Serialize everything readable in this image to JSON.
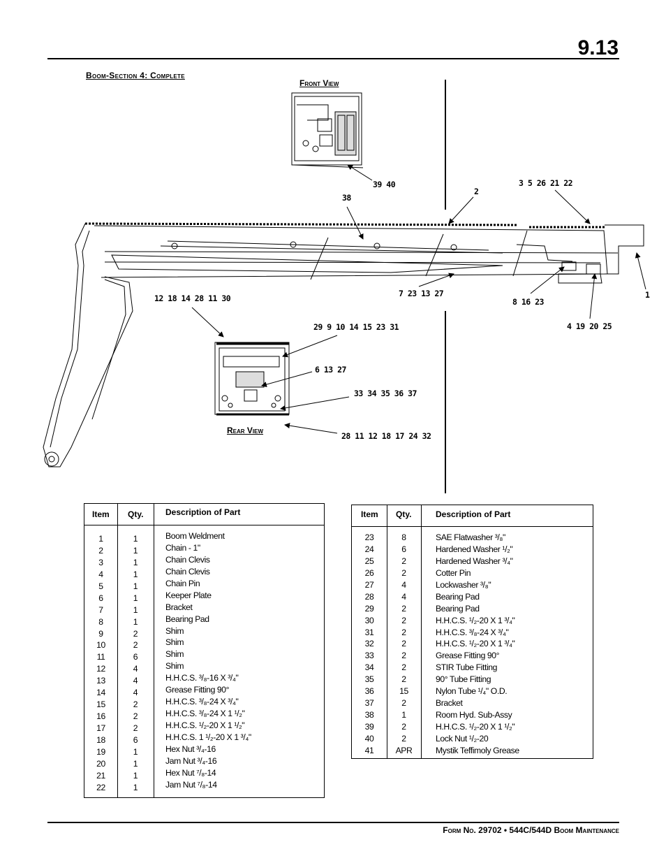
{
  "page_number": "9.13",
  "section_title": "Boom-Section 4: Complete",
  "front_view_label": "Front View",
  "rear_view_label": "Rear View",
  "callouts": {
    "c1": "39 40",
    "c2": "38",
    "c3": "2",
    "c4": "3 5 26 21 22",
    "c5": "1",
    "c6": "12 18 14 28 11 30",
    "c7": "7 23 13 27",
    "c8": "8 16 23",
    "c9": "4 19 20 25",
    "c10": "29 9 10 14 15 23 31",
    "c11": "6 13 27",
    "c12": "33 34 35 36 37",
    "c13": "28 11 12 18 17 24 32"
  },
  "table_headers": {
    "item": "Item",
    "qty": "Qty.",
    "desc": "Description of Part"
  },
  "table_left": {
    "items": [
      "1",
      "2",
      "3",
      "4",
      "5",
      "6",
      "7",
      "8",
      "9",
      "10",
      "11",
      "12",
      "13",
      "14",
      "15",
      "16",
      "17",
      "18",
      "19",
      "20",
      "21",
      "22"
    ],
    "qty": [
      "1",
      "1",
      "1",
      "1",
      "1",
      "1",
      "1",
      "1",
      "2",
      "2",
      "6",
      "4",
      "4",
      "4",
      "2",
      "2",
      "2",
      "6",
      "1",
      "1",
      "1",
      "1"
    ],
    "desc": [
      "Boom Weldment",
      "Chain - 1\"",
      "Chain Clevis",
      "Chain Clevis",
      "Chain Pin",
      "Keeper Plate",
      "Bracket",
      "Bearing Pad",
      "Shim",
      "Shim",
      "Shim",
      "Shim",
      "H.H.C.S. ³/₈-16 X ³/₄\"",
      "Grease Fitting 90°",
      "H.H.C.S. ³/₈-24 X ³/₄\"",
      "H.H.C.S. ³/₈-24 X 1 ¹/₂\"",
      "H.H.C.S. ¹/₂-20 X 1 ¹/₂\"",
      "H.H.C.S. 1 ¹/₂-20 X 1 ³/₄\"",
      "Hex Nut ³/₄-16",
      "Jam Nut ³/₄-16",
      "Hex Nut ⁷/₈-14",
      "Jam Nut ⁷/₈-14"
    ]
  },
  "table_right": {
    "items": [
      "23",
      "24",
      "25",
      "26",
      "27",
      "28",
      "29",
      "30",
      "31",
      "32",
      "33",
      "34",
      "35",
      "36",
      "37",
      "38",
      "39",
      "40",
      "41"
    ],
    "qty": [
      "8",
      "6",
      "2",
      "2",
      "4",
      "4",
      "2",
      "2",
      "2",
      "2",
      "2",
      "2",
      "2",
      "15",
      "2",
      "1",
      "2",
      "2",
      "APR"
    ],
    "desc": [
      "SAE Flatwasher ³/₈\"",
      "Hardened Washer ¹/₂\"",
      "Hardened Washer ³/₄\"",
      "Cotter Pin",
      "Lockwasher ³/₈\"",
      "Bearing Pad",
      "Bearing Pad",
      "H.H.C.S. ¹/₂-20 X 1 ³/₄\"",
      "H.H.C.S. ³/₈-24 X ³/₄\"",
      "H.H.C.S. ¹/₂-20 X 1 ³/₄\"",
      "Grease Fitting 90°",
      "STIR Tube Fitting",
      "90° Tube Fitting",
      "Nylon Tube ¹/₄\" O.D.",
      "Bracket",
      "Room Hyd. Sub-Assy",
      "H.H.C.S. ¹/₂-20 X 1 ¹/₂\"",
      "Lock Nut ¹/₂-20",
      "Mystik Teffimoly Grease"
    ]
  },
  "footer": "Form No. 29702 • 544C/544D Boom Maintenance"
}
